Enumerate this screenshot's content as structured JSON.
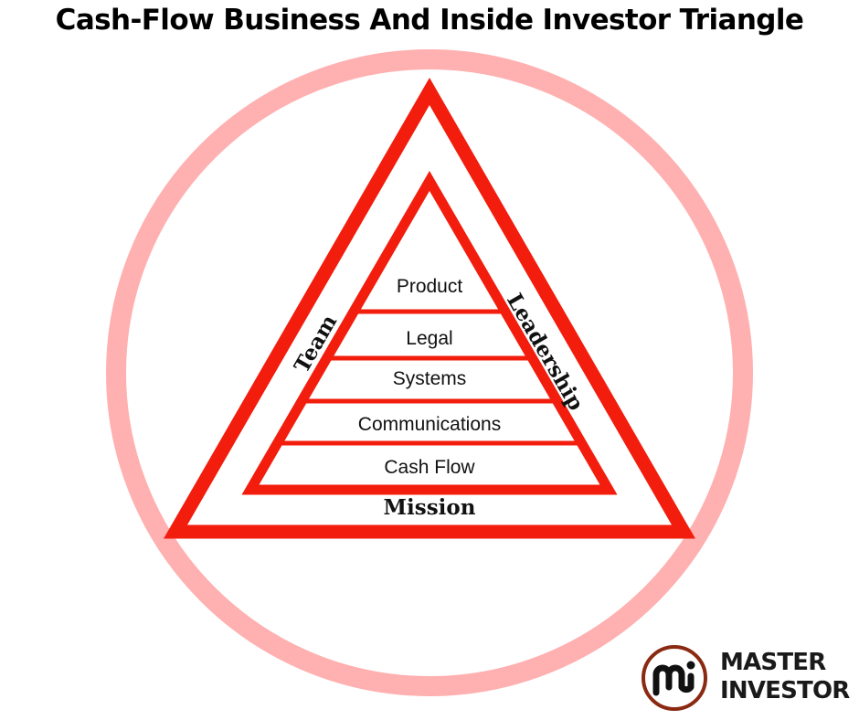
{
  "title": "Cash-Flow Business And Inside Investor Triangle",
  "diagram": {
    "type": "nested-triangle-in-circle",
    "colors": {
      "circle": "#ffb0b0",
      "triangle": "#f21d0d",
      "text": "#111111"
    },
    "outer_triangle": {
      "left_side_label": "Team",
      "right_side_label": "Leadership",
      "base_label": "Mission"
    },
    "inner_tiers": [
      {
        "label": "Product"
      },
      {
        "label": "Legal"
      },
      {
        "label": "Systems"
      },
      {
        "label": "Communications"
      },
      {
        "label": "Cash Flow"
      }
    ]
  },
  "logo": {
    "mark": "mi",
    "line1": "MASTER",
    "line2": "INVESTOR",
    "ring_color": "#8b2a12"
  }
}
